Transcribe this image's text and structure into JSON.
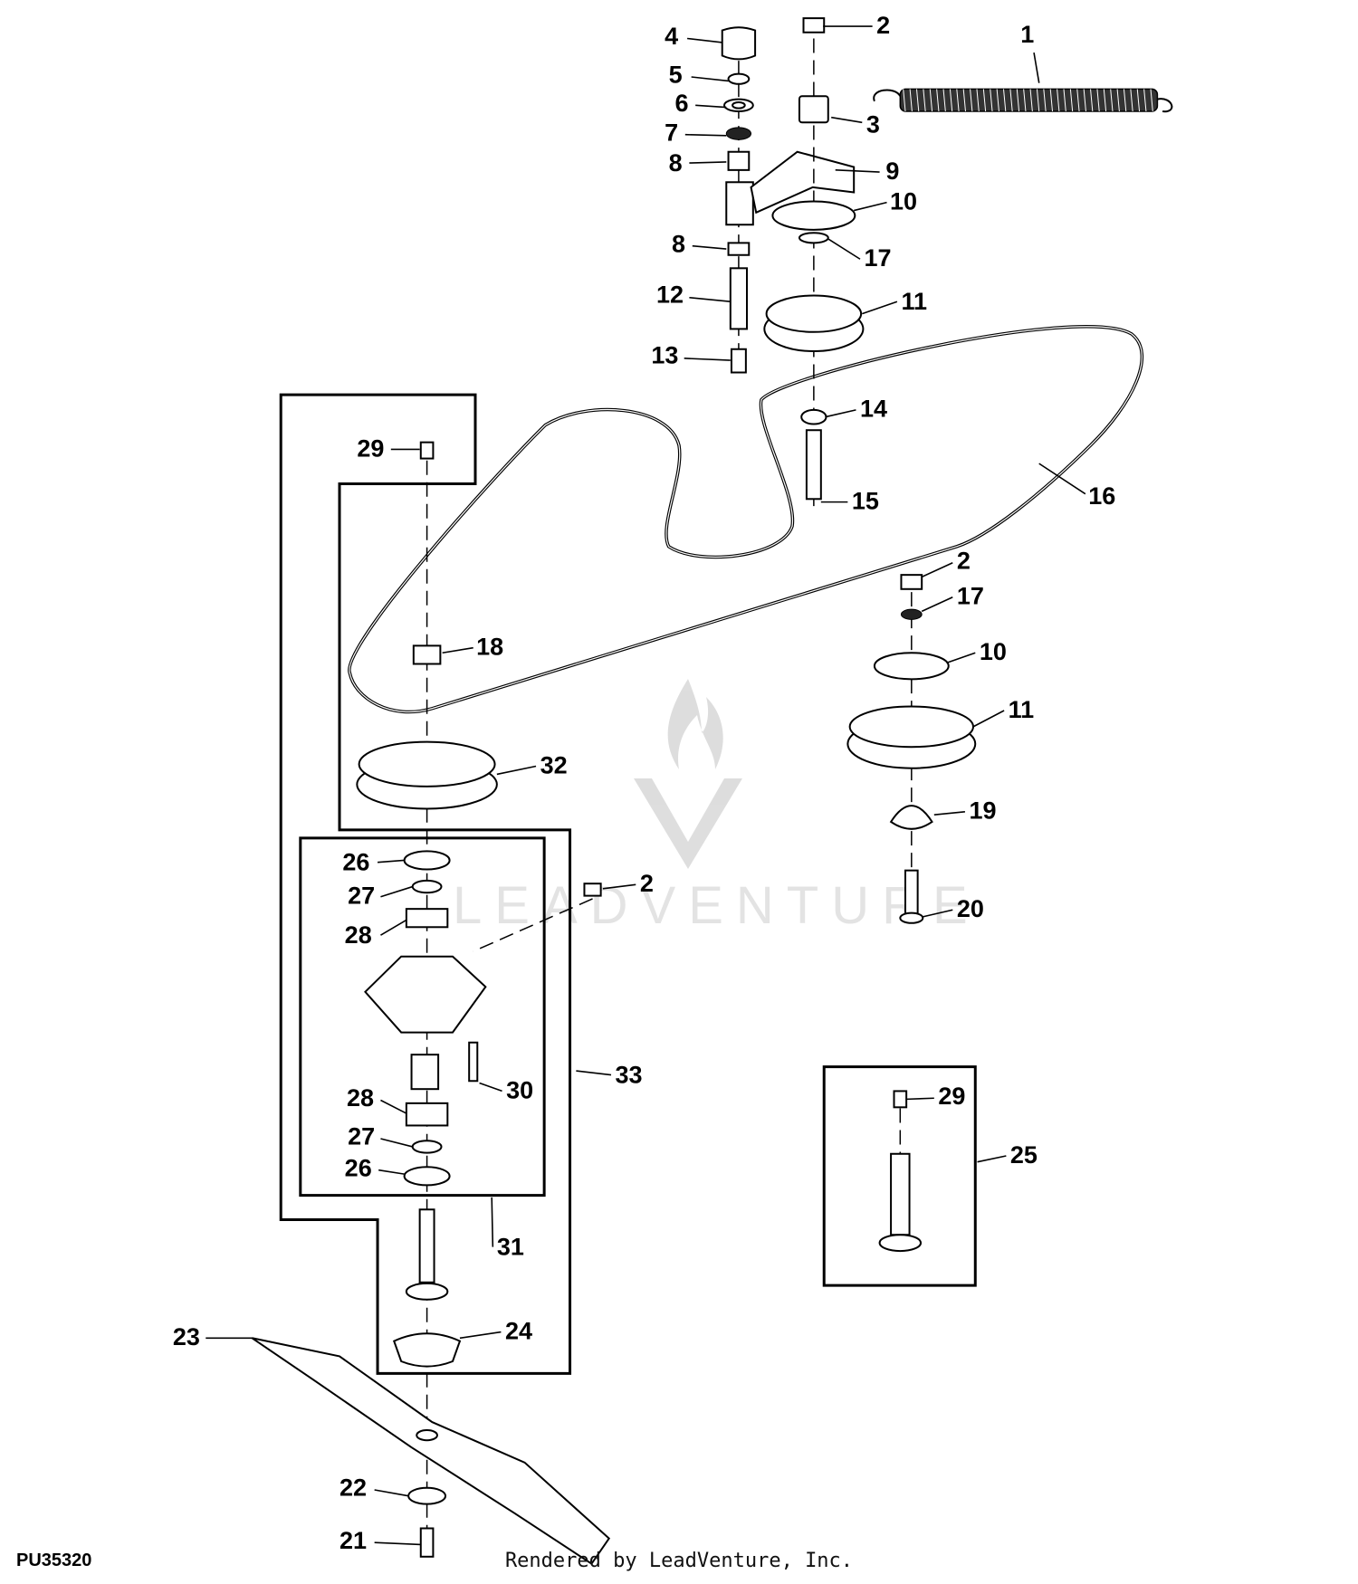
{
  "figure_id": "PU35320",
  "footer_credit": "Rendered by LeadVenture, Inc.",
  "watermark_text": "LEADVENTURE",
  "watermark_logo": "leadventure-flame-v-logo",
  "callouts": {
    "c1": "1",
    "c2a": "2",
    "c2b": "2",
    "c2c": "2",
    "c3": "3",
    "c4": "4",
    "c5": "5",
    "c6": "6",
    "c7": "7",
    "c8a": "8",
    "c8b": "8",
    "c9": "9",
    "c10a": "10",
    "c10b": "10",
    "c11a": "11",
    "c11b": "11",
    "c12": "12",
    "c13": "13",
    "c14": "14",
    "c15": "15",
    "c16": "16",
    "c17a": "17",
    "c17b": "17",
    "c18": "18",
    "c19": "19",
    "c20": "20",
    "c21": "21",
    "c22": "22",
    "c23": "23",
    "c24": "24",
    "c25": "25",
    "c26a": "26",
    "c26b": "26",
    "c27a": "27",
    "c27b": "27",
    "c28a": "28",
    "c28b": "28",
    "c29a": "29",
    "c29b": "29",
    "c30": "30",
    "c31": "31",
    "c32": "32",
    "c33": "33"
  }
}
